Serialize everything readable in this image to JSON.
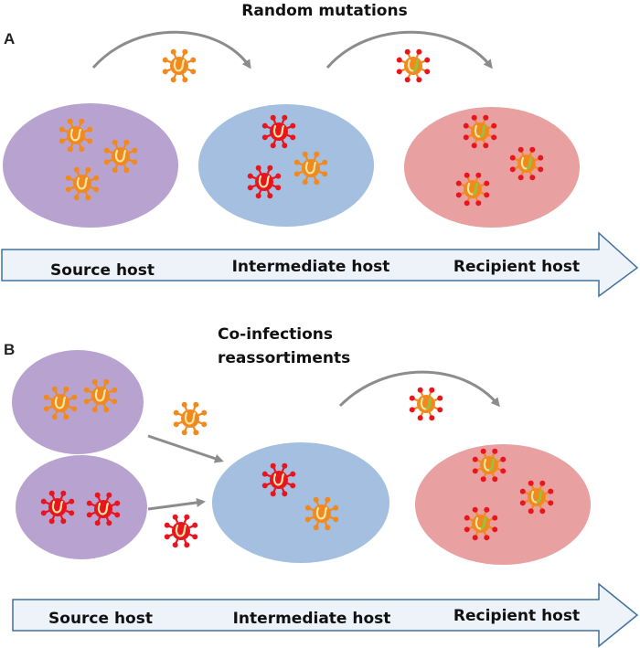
{
  "panel_a": {
    "letter": "A",
    "title": "Random mutations",
    "arrow_labels": [
      "Source host",
      "Intermediate host",
      "Recipient host"
    ]
  },
  "panel_b": {
    "letter": "B",
    "title_line1": "Co-infections",
    "title_line2": "reassortiments",
    "arrow_labels": [
      "Source host",
      "Intermediate host",
      "Recipient host"
    ]
  },
  "colors": {
    "source_host": "#b8a3d0",
    "intermediate_host": "#a4bfe0",
    "recipient_host": "#e8a0a0",
    "virus_orange": "#f08a1e",
    "virus_red": "#e8141e",
    "spike_orange": "#f08a1e",
    "spike_red": "#e8141e",
    "rna_yellow": "#f6e6a4",
    "rna_green": "#8cc63f",
    "arrow_fill": "#eef3fa",
    "arrow_stroke": "#41719c",
    "curve_arrow": "#8c8c8c"
  }
}
